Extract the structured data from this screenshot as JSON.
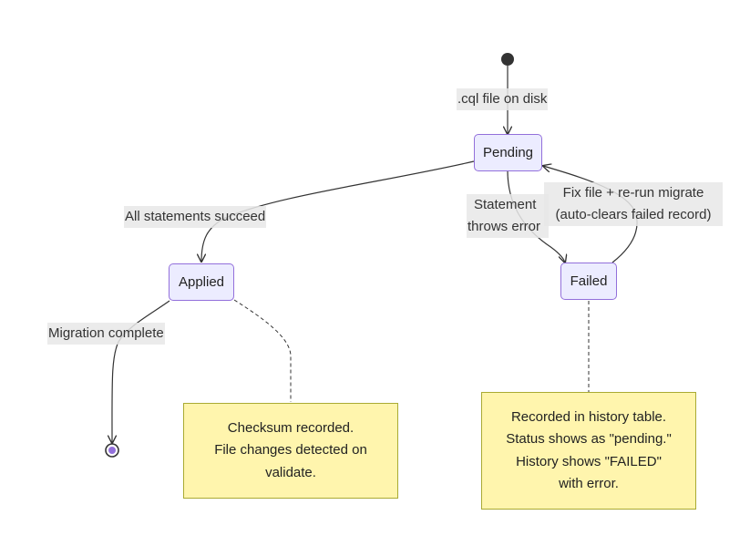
{
  "states": {
    "pending": "Pending",
    "applied": "Applied",
    "failed": "Failed"
  },
  "transitions": {
    "start_to_pending": ".cql file on disk",
    "pending_to_applied": "All statements succeed",
    "pending_to_failed": [
      "Statement",
      "throws error"
    ],
    "failed_to_pending": [
      "Fix file + re-run migrate",
      "(auto-clears failed record)"
    ],
    "applied_to_end": "Migration complete"
  },
  "notes": {
    "applied": [
      "Checksum recorded.",
      "File changes detected on",
      "validate."
    ],
    "failed": [
      "Recorded in history table.",
      "Status shows as \"pending.\"",
      "History shows \"FAILED\"",
      "with error."
    ]
  }
}
